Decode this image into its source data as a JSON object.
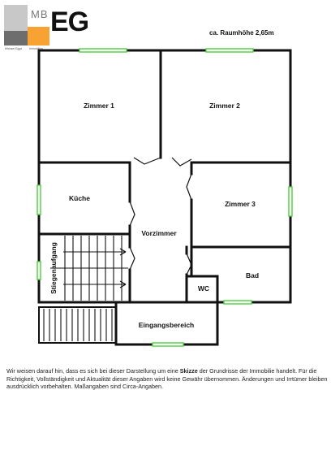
{
  "logo": {
    "monogram_small": "MB",
    "monogram_large": "EG",
    "tagline_left": "Michael Eggs",
    "tagline_right": "Immobilien",
    "colors": {
      "gray": "#c8c8c8",
      "dark": "#6d6d6d",
      "orange": "#f7a233"
    }
  },
  "ceiling_height": "ca. Raumhöhe 2,65m",
  "rooms": {
    "zimmer1": "Zimmer 1",
    "zimmer2": "Zimmer 2",
    "kueche": "Küche",
    "zimmer3": "Zimmer 3",
    "vorzimmer": "Vorzimmer",
    "stiegenaufgang": "Stiegenaufgang",
    "wc": "WC",
    "bad": "Bad",
    "eingangsbereich": "Eingangsbereich"
  },
  "disclaimer": {
    "before": "Wir weisen darauf hin, dass es sich bei dieser Darstellung um eine ",
    "bold": "Skizze",
    "after": " der Grundrisse der Immobilie handelt. Für die Richtigkeit, Vollständigkeit und Aktualität dieser Angaben wird keine Gewähr übernommen. Änderungen und Irrtümer bleiben ausdrücklich vorbehalten. Maßangaben sind Circa-Angaben."
  },
  "colors": {
    "wall": "#111111",
    "window": "#4cd13c"
  }
}
